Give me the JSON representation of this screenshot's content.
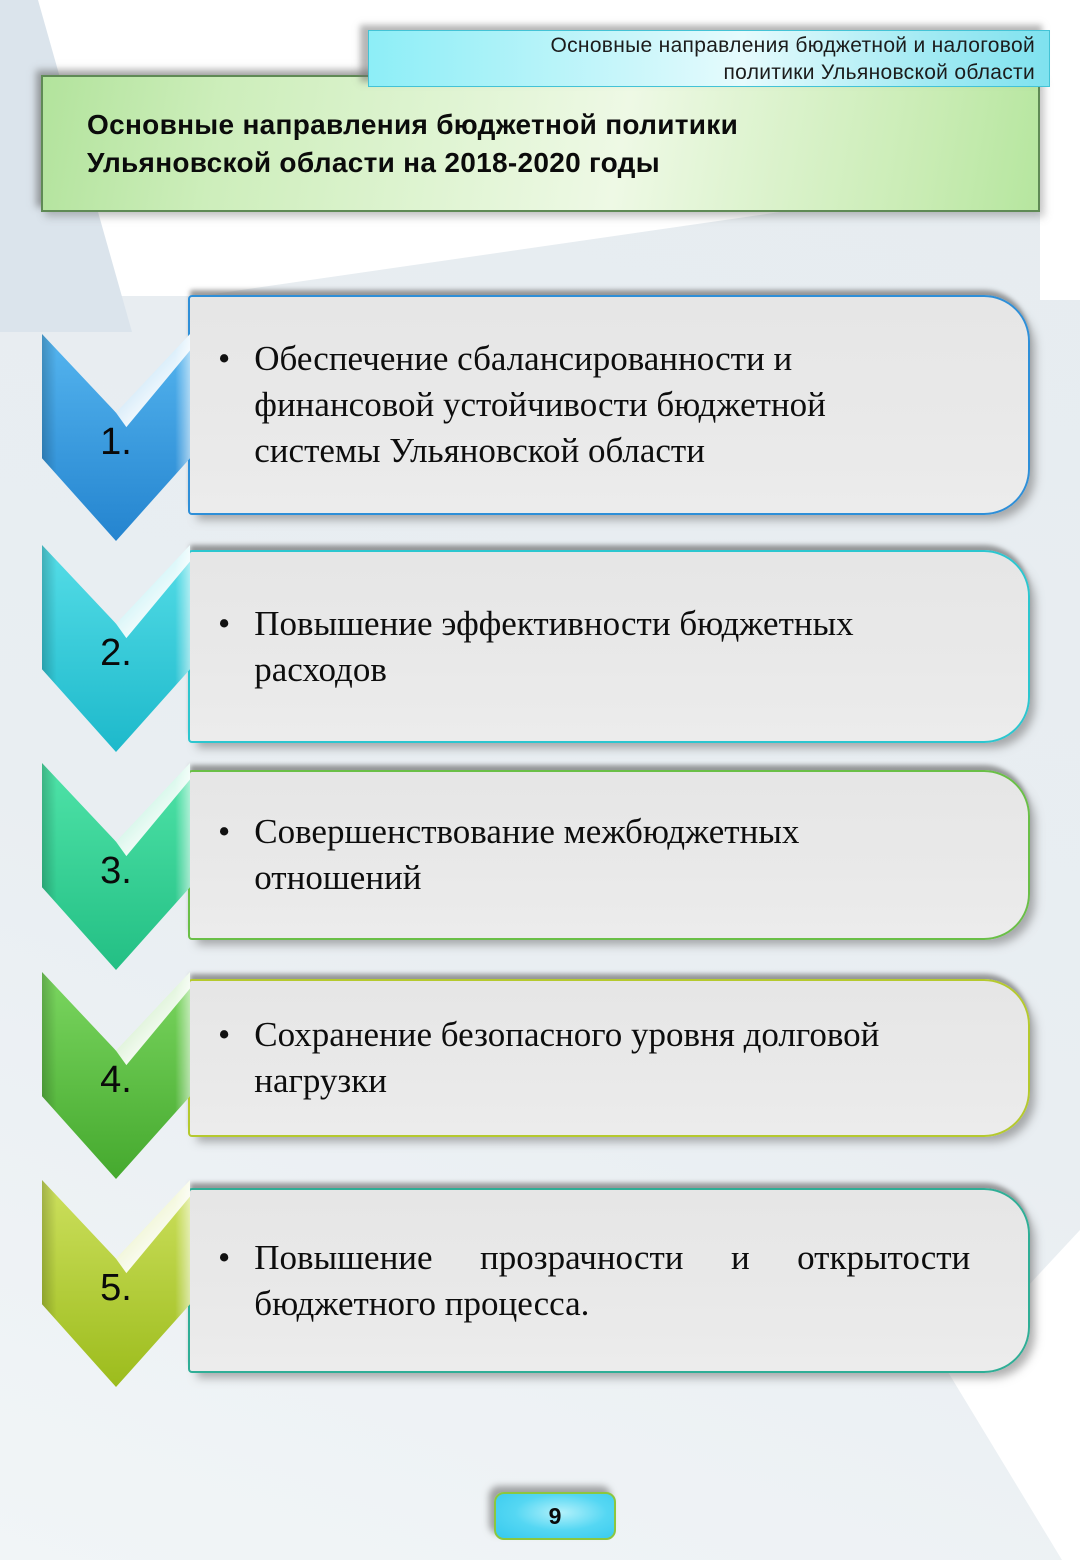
{
  "slide": {
    "header_tab": {
      "text": "Основные направления бюджетной и налоговой\nполитики Ульяновской области"
    },
    "title": {
      "text": "Основные направления бюджетной политики\nУльяновской области на 2018-2020 годы"
    },
    "bullet_glyph": "•",
    "page_number": "9",
    "colors": {
      "background": "#e8eef2",
      "header_tab_fill": "#a6ecf6",
      "title_fill": "#bde8a8",
      "item_box_fill": "#e8e8e8",
      "badge_fill": "#3fd0f0",
      "badge_border": "#8cc63f"
    }
  },
  "items": [
    {
      "number": "1.",
      "text": "Обеспечение сбалансированности и\nфинансовой устойчивости бюджетной\nсистемы Ульяновской области",
      "colors": {
        "chevron_top": "#55b5ef",
        "chevron_bottom": "#2484cf",
        "box_border": "#2e8fd8"
      }
    },
    {
      "number": "2.",
      "text": "Повышение эффективности бюджетных\nрасходов",
      "colors": {
        "chevron_top": "#55dde7",
        "chevron_bottom": "#1db9cb",
        "box_border": "#2cc6cf"
      }
    },
    {
      "number": "3.",
      "text": "Совершенствование межбюджетных\nотношений",
      "colors": {
        "chevron_top": "#4fe3a8",
        "chevron_bottom": "#23bf84",
        "box_border": "#6abf47"
      }
    },
    {
      "number": "4.",
      "text": "Сохранение безопасного уровня долговой\nнагрузки",
      "colors": {
        "chevron_top": "#7bd660",
        "chevron_bottom": "#45a92e",
        "box_border": "#b5c92e"
      }
    },
    {
      "number": "5.",
      "text": "Повышение прозрачности и открытости бюджетного процесса.",
      "colors": {
        "chevron_top": "#cde05e",
        "chevron_bottom": "#9cbc1c",
        "box_border": "#2fae96"
      }
    }
  ]
}
